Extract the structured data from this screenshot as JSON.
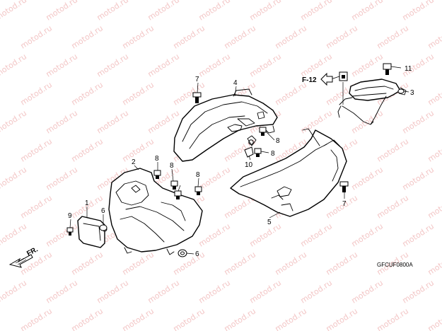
{
  "diagram": {
    "code": "GFCUF0800A",
    "frame_ref": "F-12",
    "front_marker": "FR.",
    "watermark_text": "motod.ru",
    "callouts": {
      "c1": "1",
      "c2": "2",
      "c3": "3",
      "c4": "4",
      "c5": "5",
      "c6a": "6",
      "c6b": "6",
      "c7a": "7",
      "c7b": "7",
      "c8a": "8",
      "c8b": "8",
      "c8c": "8",
      "c8d": "8",
      "c8e": "8",
      "c9": "9",
      "c10": "10",
      "c11": "11"
    }
  },
  "colors": {
    "line": "#000000",
    "watermark": "#f3c6c6",
    "background": "#ffffff"
  }
}
